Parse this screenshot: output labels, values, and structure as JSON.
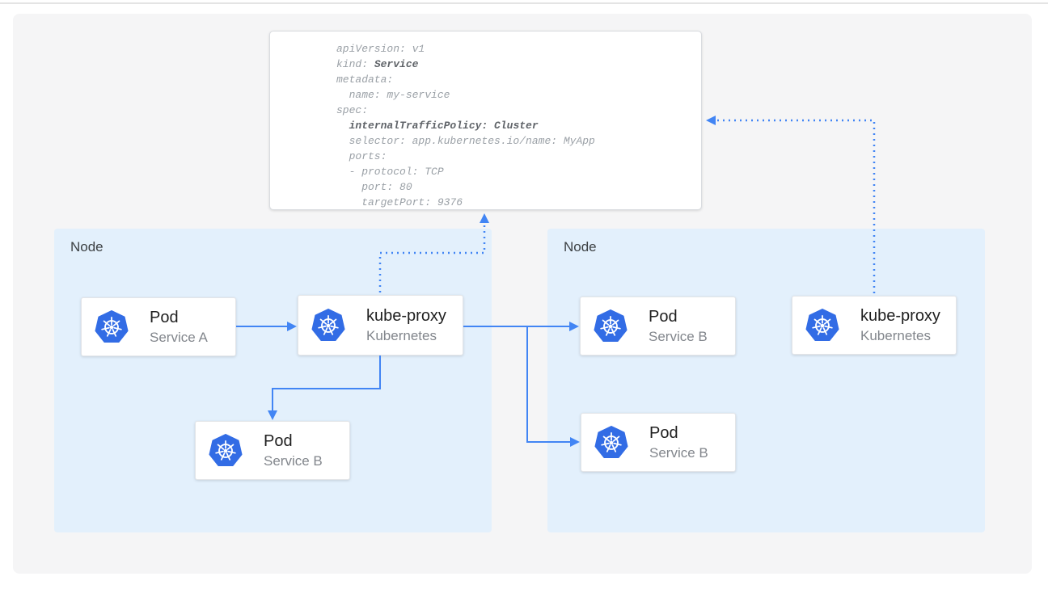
{
  "colors": {
    "accent_blue": "#4285F4",
    "kubernetes_blue": "#326CE5",
    "node_background": "#E3F0FC"
  },
  "yaml_box": {
    "lines": [
      [
        {
          "text": "apiVersion: v1",
          "bold": false
        }
      ],
      [
        {
          "text": "kind: ",
          "bold": false
        },
        {
          "text": "Service",
          "bold": true
        }
      ],
      [
        {
          "text": "metadata:",
          "bold": false
        }
      ],
      [
        {
          "text": "  name: my-service",
          "bold": false
        }
      ],
      [
        {
          "text": "spec:",
          "bold": false
        }
      ],
      [
        {
          "text": "  ",
          "bold": false
        },
        {
          "text": "internalTrafficPolicy: Cluster",
          "bold": true
        }
      ],
      [
        {
          "text": "  selector: app.kubernetes.io/name: MyApp",
          "bold": false
        }
      ],
      [
        {
          "text": "  ports:",
          "bold": false
        }
      ],
      [
        {
          "text": "  - protocol: TCP",
          "bold": false
        }
      ],
      [
        {
          "text": "    port: 80",
          "bold": false
        }
      ],
      [
        {
          "text": "    targetPort: 9376",
          "bold": false
        }
      ]
    ]
  },
  "nodes": {
    "left": {
      "label": "Node"
    },
    "right": {
      "label": "Node"
    }
  },
  "cards": {
    "pod_a": {
      "title": "Pod",
      "subtitle": "Service A"
    },
    "kube_proxy_left": {
      "title": "kube-proxy",
      "subtitle": "Kubernetes"
    },
    "pod_b_left": {
      "title": "Pod",
      "subtitle": "Service B"
    },
    "pod_b_right_top": {
      "title": "Pod",
      "subtitle": "Service B"
    },
    "pod_b_right_bottom": {
      "title": "Pod",
      "subtitle": "Service B"
    },
    "kube_proxy_right": {
      "title": "kube-proxy",
      "subtitle": "Kubernetes"
    }
  }
}
